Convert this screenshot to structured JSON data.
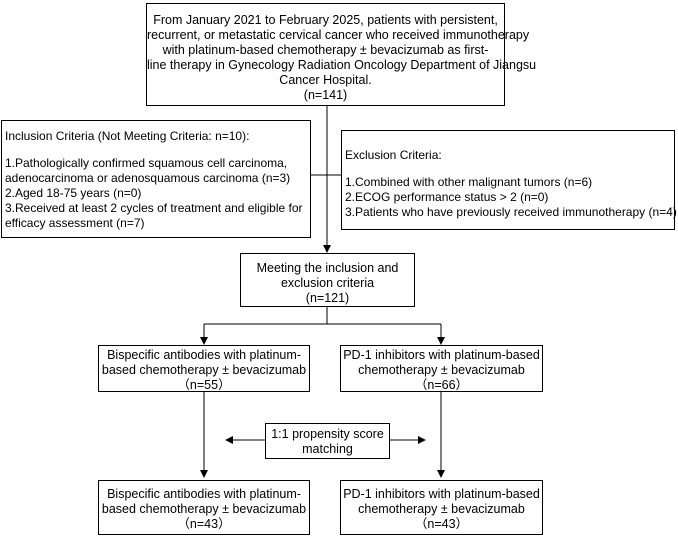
{
  "top_box": {
    "lines": [
      "From January 2021 to February 2025, patients with persistent,",
      "recurrent, or metastatic cervical cancer who received immunotherapy",
      "with platinum-based chemotherapy ± bevacizumab as first-",
      "line therapy in Gynecology Radiation Oncology Department of Jiangsu",
      "Cancer Hospital.",
      "(n=141)"
    ]
  },
  "inclusion": {
    "title": "Inclusion Criteria (Not Meeting Criteria: n=10):",
    "lines": [
      "1.Pathologically confirmed squamous cell carcinoma,",
      "adenocarcinoma or adenosquamous carcinoma (n=3)",
      "2.Aged 18-75 years (n=0)",
      "3.Received at least 2 cycles of treatment and eligible for",
      "efficacy assessment (n=7)"
    ]
  },
  "exclusion": {
    "title": "Exclusion Criteria:",
    "lines": [
      "1.Combined with other malignant tumors (n=6)",
      "2.ECOG performance status > 2 (n=0)",
      "3.Patients who have previously received immunotherapy (n=4)"
    ]
  },
  "meeting": {
    "lines": [
      "Meeting the inclusion and",
      "exclusion criteria",
      "(n=121)"
    ]
  },
  "bispecific_before": {
    "lines": [
      "Bispecific antibodies with platinum-",
      "based chemotherapy ± bevacizumab",
      "（n=55）"
    ]
  },
  "pd1_before": {
    "lines": [
      "PD-1 inhibitors with platinum-based",
      "chemotherapy ± bevacizumab",
      "（n=66）"
    ]
  },
  "matching": {
    "lines": [
      "1:1 propensity score",
      "matching"
    ]
  },
  "bispecific_after": {
    "lines": [
      "Bispecific antibodies with platinum-",
      "based chemotherapy ± bevacizumab",
      "（n=43）"
    ]
  },
  "pd1_after": {
    "lines": [
      "PD-1 inhibitors with platinum-based",
      "chemotherapy ± bevacizumab",
      "（n=43）"
    ]
  }
}
